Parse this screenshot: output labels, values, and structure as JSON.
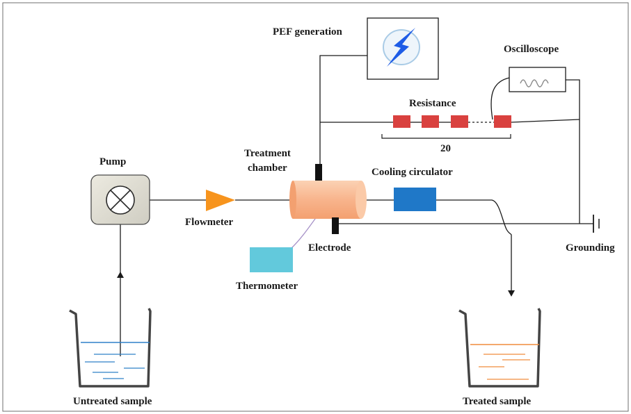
{
  "labels": {
    "pef_generation": "PEF generation",
    "oscilloscope": "Oscilloscope",
    "resistance": "Resistance",
    "resistance_count": "20",
    "pump": "Pump",
    "treatment_chamber_line1": "Treatment",
    "treatment_chamber_line2": "chamber",
    "cooling_circulator": "Cooling circulator",
    "flowmeter": "Flowmeter",
    "electrode": "Electrode",
    "grounding": "Grounding",
    "thermometer": "Thermometer",
    "untreated_sample": "Untreated sample",
    "treated_sample": "Treated sample"
  },
  "colors": {
    "resistor": "#d9413f",
    "flowmeter": "#f7941d",
    "chamber": "#f8b48c",
    "cooling": "#1f78c8",
    "thermometer": "#62c9dc",
    "untreated_liquid": "#2f80c8",
    "treated_liquid": "#f08c3c",
    "bolt": "#1e5ce6"
  }
}
